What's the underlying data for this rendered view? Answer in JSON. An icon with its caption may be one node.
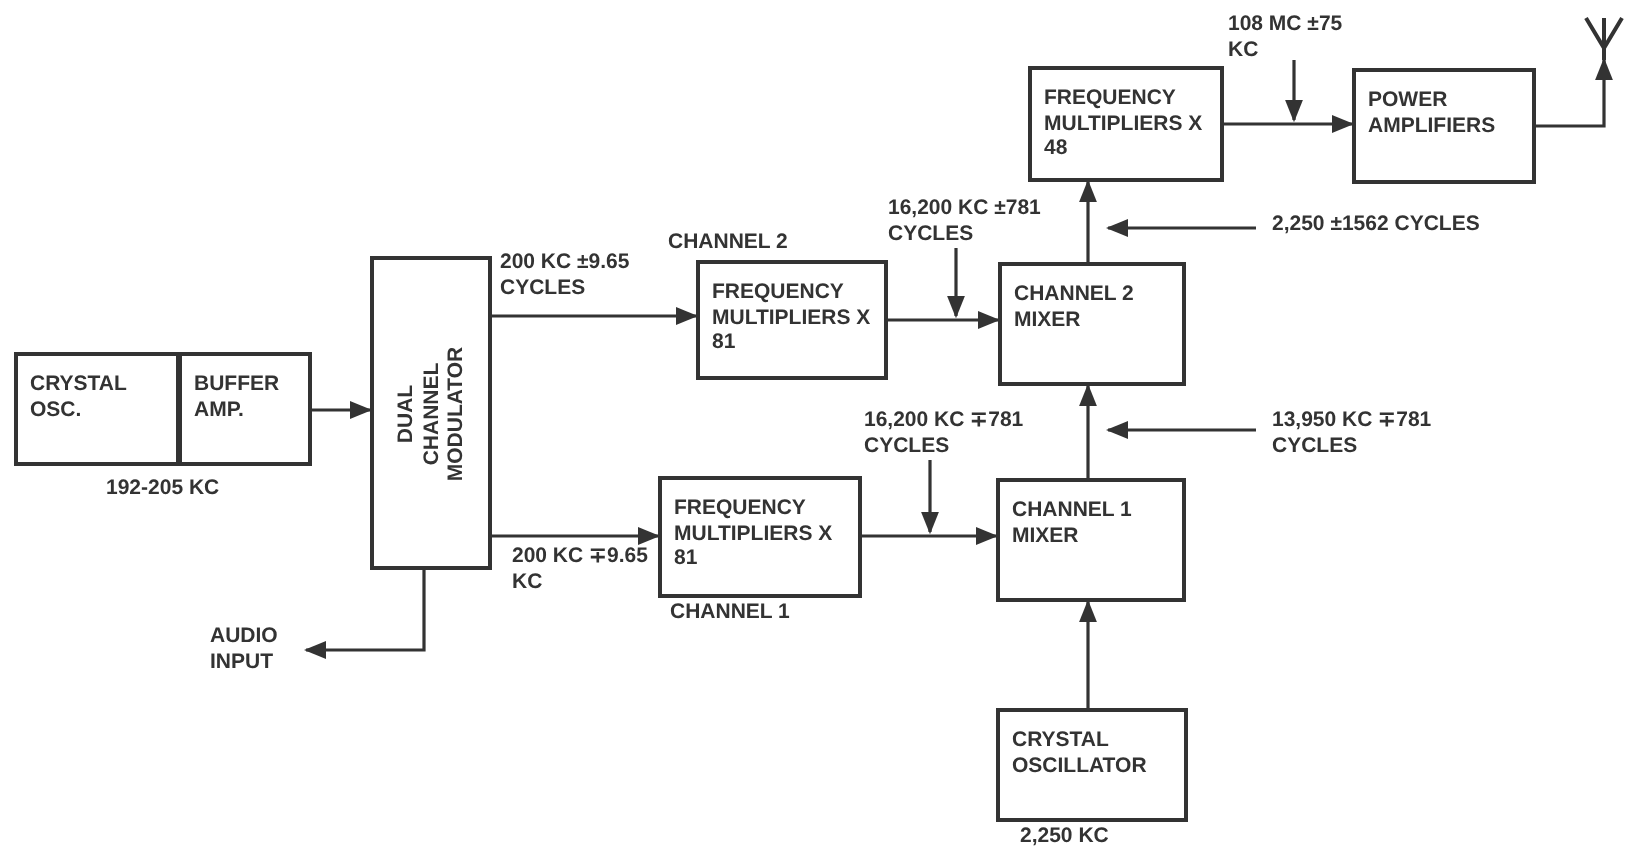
{
  "diagram": {
    "nodes": [
      {
        "text": [
          "CRYSTAL OSC."
        ]
      },
      {
        "text": [
          "BUFFER AMP."
        ]
      },
      {
        "text": [
          "DUAL CHANNEL MODULATOR"
        ]
      },
      {
        "text": [
          "CHANNEL 2",
          "FREQUENCY MULTIPLIERS X 81"
        ]
      },
      {
        "text": [
          "FREQUENCY MULTIPLIERS X 81",
          "CHANNEL 1"
        ]
      },
      {
        "text": [
          "CHANNEL 2 MIXER"
        ]
      },
      {
        "text": [
          "CHANNEL 1 MIXER"
        ]
      },
      {
        "text": [
          "CRYSTAL OSCILLATOR"
        ],
        "beside": [
          "2,250 KC"
        ]
      },
      {
        "text": [
          "FREQUENCY MULTIPLIERS X 48"
        ]
      },
      {
        "text": [
          "POWER AMPLIFIERS"
        ]
      },
      {
        "text": [],
        "shape": "antenna"
      },
      {
        "text": [
          "AUDIO INPUT"
        ]
      }
    ],
    "edges": [
      {
        "from": 1,
        "to": 2,
        "arrow": "to"
      },
      {
        "from": 2,
        "to": 3,
        "arrow": "to",
        "label": "200 KC ±9.65 CYCLES"
      },
      {
        "from": 2,
        "to": 4,
        "arrow": "to",
        "label": "200 KC ∓9.65 KC"
      },
      {
        "from": 2,
        "to": 11,
        "arrow": "to"
      },
      {
        "from": 3,
        "to": 5,
        "arrow": "to"
      },
      {
        "from": 4,
        "to": 6,
        "arrow": "to"
      },
      {
        "from": 7,
        "to": 6,
        "arrow": "to"
      },
      {
        "from": 6,
        "to": 5,
        "arrow": "to"
      },
      {
        "from": 5,
        "to": 8,
        "arrow": "to"
      },
      {
        "from": 8,
        "to": 9,
        "arrow": "to"
      },
      {
        "from": 9,
        "to": 10,
        "arrow": "to"
      }
    ],
    "labels": [
      "108 MC ±75 KC",
      "16,200 KC ±781 CYCLES",
      "2,250 ±1562 CYCLES",
      "13,950 KC ∓781 CYCLES",
      "16,200 KC ∓781 CYCLES",
      "192-205 KC"
    ]
  }
}
